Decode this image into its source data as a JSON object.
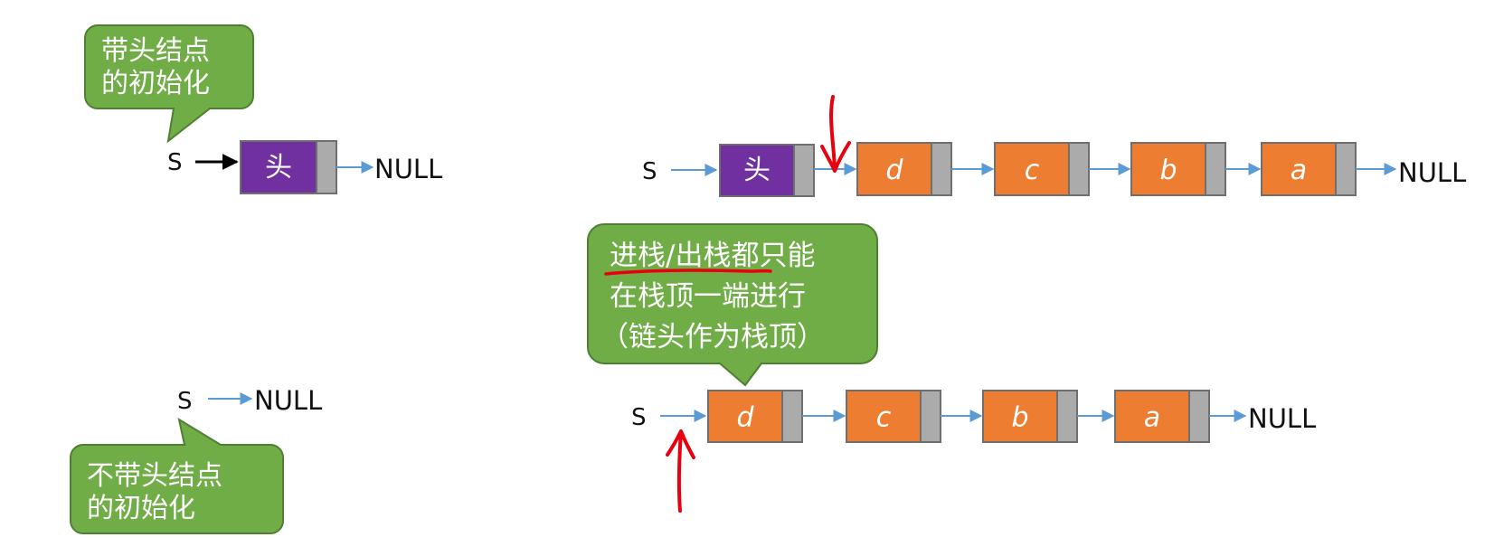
{
  "colors": {
    "node_fill": "#ED7D31",
    "node_stroke": "#6F6F6F",
    "head_fill": "#7030A0",
    "pointer_cell": "#ABABAB",
    "arrow_blue": "#5B9BD5",
    "arrow_black": "#000000",
    "callout_fill": "#70AD47",
    "callout_stroke": "#507E32",
    "annotation_red": "#E8000F"
  },
  "top_left": {
    "callout": {
      "line1": "带头结点",
      "line2": "的初始化"
    },
    "s_label": "S",
    "head_label": "头",
    "null_label": "NULL"
  },
  "bottom_left": {
    "callout": {
      "line1": "不带头结点",
      "line2": "的初始化"
    },
    "s_label": "S",
    "null_label": "NULL"
  },
  "top_right": {
    "s_label": "S",
    "head_label": "头",
    "nodes": [
      "d",
      "c",
      "b",
      "a"
    ],
    "null_label": "NULL"
  },
  "bottom_right": {
    "callout": {
      "line1_underlined": "进栈/出栈",
      "line1_rest": "都只能",
      "line2": "在栈顶一端进行",
      "line3": "（链头作为栈顶）"
    },
    "s_label": "S",
    "nodes": [
      "d",
      "c",
      "b",
      "a"
    ],
    "null_label": "NULL"
  }
}
